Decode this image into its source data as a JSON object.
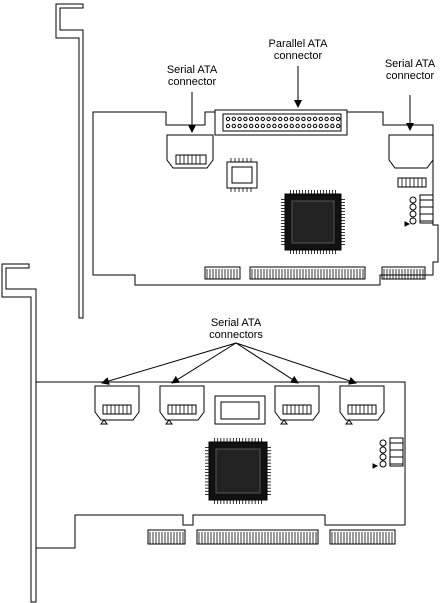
{
  "top_card": {
    "label_left": "Serial ATA\nconnector",
    "label_center": "Parallel ATA\nconnector",
    "label_right": "Serial ATA\nconnector"
  },
  "bottom_card": {
    "label_center": "Serial ATA\nconnectors"
  },
  "colors": {
    "stroke": "#000000",
    "fill": "#ffffff",
    "chip": "#111111"
  },
  "icons": {
    "sata_connector": "sata-connector-icon",
    "pata_connector": "pata-connector-icon",
    "chip": "chip-icon",
    "power_connector": "power-connector-icon",
    "bracket": "mounting-bracket-icon"
  }
}
